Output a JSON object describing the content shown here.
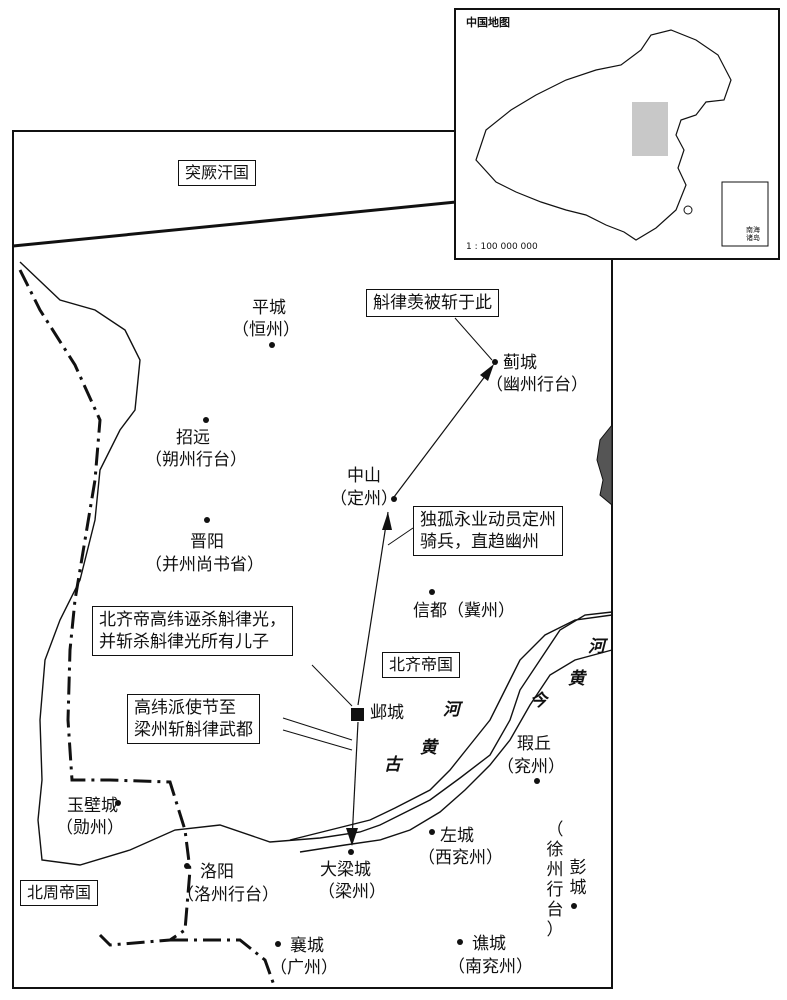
{
  "states": {
    "tujue": "突厥汗国",
    "beiqi": "北齐帝国",
    "beizhou": "北周帝国"
  },
  "cities": {
    "pingcheng": "平城",
    "hengzhou": "（恒州）",
    "zhaoyuan": "招远",
    "shuozhou": "（朔州行台）",
    "jinyang": "晋阳",
    "bingzhou": "（并州尚书省）",
    "zhongshan": "中山",
    "dingzhou": "（定州）",
    "jicheng": "蓟城",
    "youzhou": "（幽州行台）",
    "xindu": "信都（冀州）",
    "yecheng": "邺城",
    "xiaqiu": "瑕丘",
    "yanzhou": "（兖州）",
    "yubicheng": "玉壁城",
    "xunzhou": "（勋州）",
    "luoyang": "洛阳",
    "luozhou": "（洛州行台）",
    "daliangcheng": "大梁城",
    "liangzhou": "（梁州）",
    "zuocheng": "左城",
    "xiyanzhou": "（西兖州）",
    "xuzhou": [
      "（",
      "徐",
      "州",
      "行",
      "台",
      "）"
    ],
    "pengcheng": [
      "彭",
      "城"
    ],
    "xiangcheng": "襄城",
    "guangzhou": "（广州）",
    "qiaocheng": "谯城",
    "nanyanzhou": "（南兖州）"
  },
  "rivers": {
    "jin_he": "河",
    "jin_huang": "黄",
    "jin_jin": "今",
    "gu_he": "河",
    "gu_huang": "黄",
    "gu_gu": "古"
  },
  "annotations": {
    "hulu_mei": "斛律羡被斩于此",
    "dugu": [
      "独孤永业动员定州",
      "骑兵，直趋幽州"
    ],
    "gaowei_kill": [
      "北齐帝高纬诬杀斛律光，",
      "并斩杀斛律光所有儿子"
    ],
    "gaowei_envoy": [
      "高纬派使节至",
      "梁州斩斛律武都"
    ]
  },
  "inset": {
    "title": "中国地图",
    "scale": "1 : 100 000 000",
    "south_sea": [
      "南海",
      "诸岛"
    ]
  }
}
